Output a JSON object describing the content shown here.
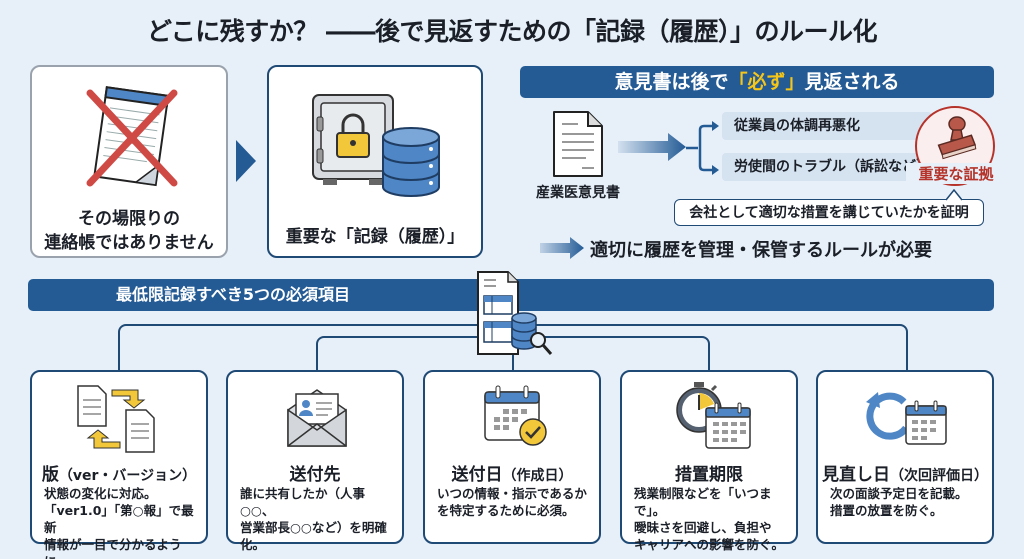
{
  "title": "どこに残すか？ ――後で見返すための「記録（履歴）」のルール化",
  "top_left": {
    "not_card": {
      "icon": "crossed-out-notepad-icon",
      "line1": "その場限りの",
      "line2": "連絡帳ではありません"
    },
    "arrow_icon": "right-triangle-arrow-icon",
    "record_card": {
      "icon": "safe-and-database-icon",
      "label": "重要な「記録（履歴）」"
    }
  },
  "top_right": {
    "banner": {
      "prefix": "意見書は後で",
      "highlight": "「必ず」",
      "suffix": "見返される",
      "highlight_color": "#f5c518"
    },
    "document": {
      "icon": "document-icon",
      "label": "産業医意見書"
    },
    "branches": [
      "従業員の体調再悪化",
      "労使間のトラブル（訴訟など）"
    ],
    "stamp": {
      "icon": "stamp-icon",
      "label": "重要な証拠",
      "color": "#b5332a"
    },
    "callout": "会社として適切な措置を講じていたかを証明",
    "conclusion": "適切に履歴を管理・保管するルールが必要"
  },
  "section": {
    "heading": "最低限記録すべき5つの必須項目",
    "center_icon": "spreadsheet-database-search-icon",
    "items": [
      {
        "icon": "version-swap-documents-icon",
        "title": "版",
        "title_sub": "（ver・バージョン）",
        "desc": [
          "状態の変化に対応。",
          "「ver1.0」「第○報」で最新",
          "情報が一目で分かるように。"
        ]
      },
      {
        "icon": "envelope-contact-icon",
        "title": "送付先",
        "title_sub": "",
        "desc": [
          "誰に共有したか（人事○○、",
          "営業部長○○など）を明確",
          "化。"
        ]
      },
      {
        "icon": "calendar-check-icon",
        "title": "送付日",
        "title_sub": "（作成日）",
        "desc": [
          "いつの情報・指示であるか",
          "を特定するために必須。"
        ]
      },
      {
        "icon": "stopwatch-calendar-icon",
        "title": "措置期限",
        "title_sub": "",
        "desc": [
          "残業制限などを「いつまで」。",
          "曖昧さを回避し、負担や",
          "キャリアへの影響を防ぐ。"
        ]
      },
      {
        "icon": "refresh-calendar-icon",
        "title": "見直し日",
        "title_sub": "（次回評価日）",
        "desc": [
          "次の面談予定日を記載。",
          "措置の放置を防ぐ。"
        ]
      }
    ]
  }
}
